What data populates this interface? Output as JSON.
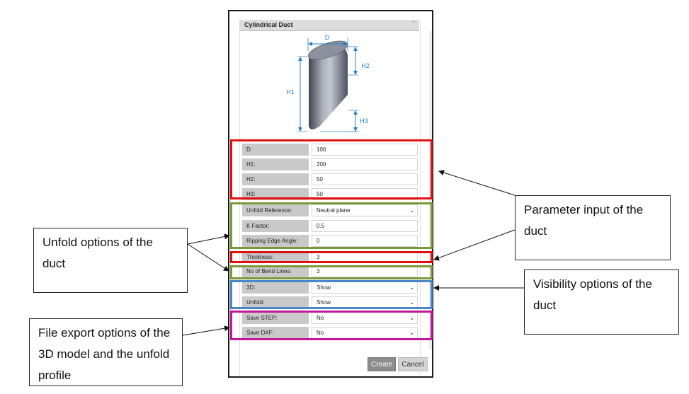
{
  "dialog": {
    "title": "Cylindrical Duct",
    "diagram_labels": {
      "d": "D",
      "h1": "H1",
      "h2": "H2",
      "h3": "H3"
    },
    "rows": [
      {
        "label": "D:",
        "value": "100"
      },
      {
        "label": "H1:",
        "value": "200"
      },
      {
        "label": "H2:",
        "value": "50"
      },
      {
        "label": "H3:",
        "value": "50"
      },
      {
        "label": "Unfold Reference:",
        "value": "Neutral plane",
        "dropdown": true
      },
      {
        "label": "K Factor:",
        "value": "0.5"
      },
      {
        "label": "Ripping Edge Angle:",
        "value": "0"
      },
      {
        "label": "Thickness:",
        "value": "3"
      },
      {
        "label": "No of Bend Lines:",
        "value": "3"
      },
      {
        "label": "3D:",
        "value": "Show",
        "dropdown": true
      },
      {
        "label": "Unfold:",
        "value": "Show",
        "dropdown": true
      },
      {
        "label": "Save STEP:",
        "value": "No",
        "dropdown": true
      },
      {
        "label": "Save DXF:",
        "value": "No",
        "dropdown": true
      }
    ],
    "create_label": "Create",
    "cancel_label": "Cancel"
  },
  "callouts": {
    "parameter": "Parameter input of the duct",
    "unfold": "Unfold options of the duct",
    "visibility": "Visibility options of the duct",
    "export": "File export options of the 3D model and the unfold profile"
  },
  "colors": {
    "parameter_box": "#e01010",
    "unfold_box": "#7a9a3a",
    "visibility_box": "#4a86c8",
    "export_box": "#c2189b"
  }
}
